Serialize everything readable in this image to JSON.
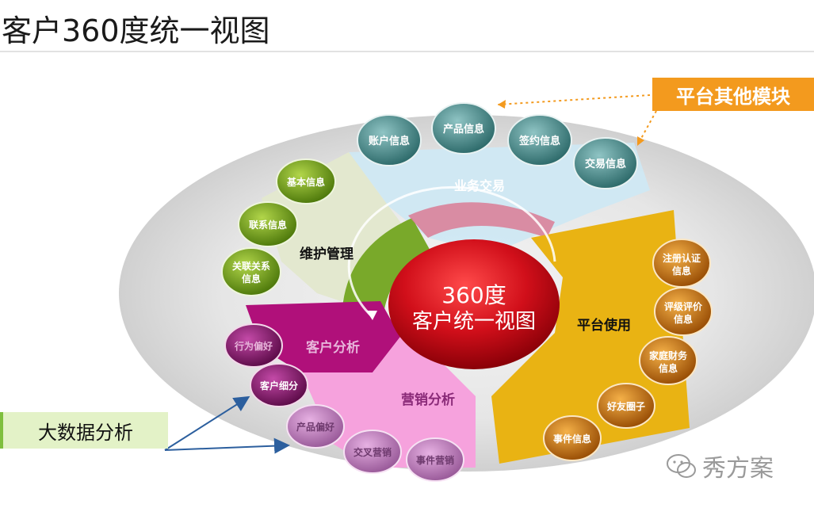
{
  "page_title": "客户360度统一视图",
  "center": {
    "line1": "360度",
    "line2": "客户统一视图"
  },
  "sectors": {
    "business": "业务交易",
    "maintenance": "维护管理",
    "platform": "平台使用",
    "analysis": "客户分析",
    "marketing": "营销分析"
  },
  "nodes": {
    "account": "账户信息",
    "product": "产品信息",
    "contract": "签约信息",
    "transaction": "交易信息",
    "basic": "基本信息",
    "contact": "联系信息",
    "relation_1": "关联关系",
    "relation_2": "信息",
    "register_1": "注册认证",
    "register_2": "信息",
    "rating_1": "评级评价",
    "rating_2": "信息",
    "family_1": "家庭财务",
    "family_2": "信息",
    "friends": "好友圈子",
    "events": "事件信息",
    "behavior": "行为偏好",
    "segment": "客户细分",
    "product_pref": "产品偏好",
    "cross_sell": "交叉营销",
    "event_marketing": "事件营销"
  },
  "callouts": {
    "platform_other": "平台其他模块",
    "big_data": "大数据分析"
  },
  "watermark": "秀方案",
  "colors": {
    "business_sector": "#cfe8f3",
    "maintenance_sector": "#dfe6c8",
    "platform_sector": "#e9b313",
    "analysis_sector": "#b0107a",
    "marketing_sector": "#f6a2dd",
    "center": "#d3101a",
    "teal_node": "#4f8e8e",
    "green_node": "#7aa91f",
    "orange_node": "#d47a12",
    "purple_node": "#8a1a70",
    "callout_orange": "#f39a1e"
  }
}
